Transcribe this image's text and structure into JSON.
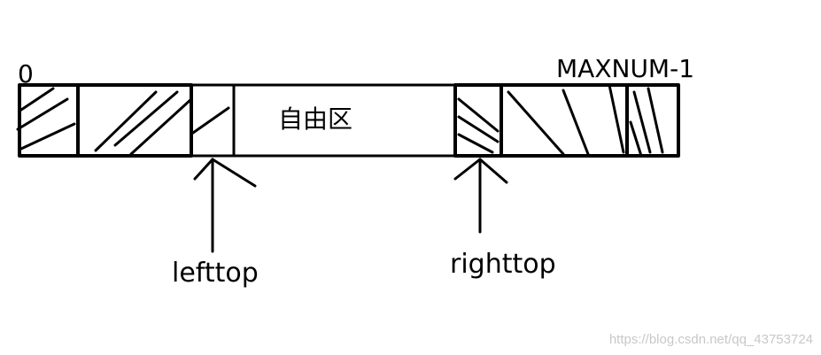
{
  "labels": {
    "start_index": "0",
    "end_index": "MAXNUM-1",
    "free_area": "自由区",
    "left_pointer": "lefttop",
    "right_pointer": "righttop"
  },
  "watermark": "https://blog.csdn.net/qq_43753724",
  "colors": {
    "ink": "#000000",
    "background": "#ffffff",
    "watermark": "#c8c8c8"
  }
}
